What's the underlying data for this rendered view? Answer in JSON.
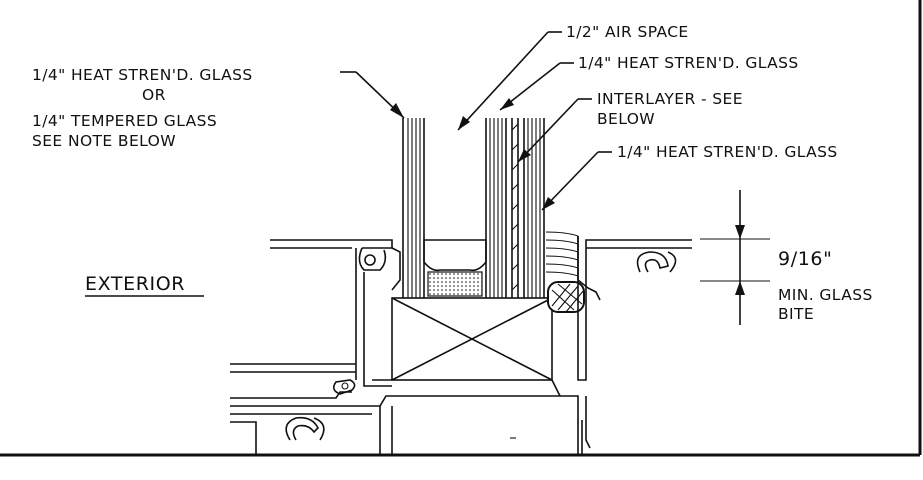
{
  "labels": {
    "outer_glass_1": "1/4\" HEAT STREN'D. GLASS",
    "outer_glass_or": "OR",
    "outer_glass_2": "1/4\" TEMPERED GLASS",
    "outer_glass_3": "SEE NOTE BELOW",
    "air_space": "1/2\" AIR SPACE",
    "inner_glass_a": "1/4\" HEAT STREN'D. GLASS",
    "interlayer_1": "INTERLAYER - SEE",
    "interlayer_2": "BELOW",
    "inner_glass_b": "1/4\" HEAT STREN'D. GLASS",
    "exterior": "EXTERIOR",
    "bite_dim": "9/16\"",
    "bite_1": "MIN. GLASS",
    "bite_2": "BITE"
  }
}
